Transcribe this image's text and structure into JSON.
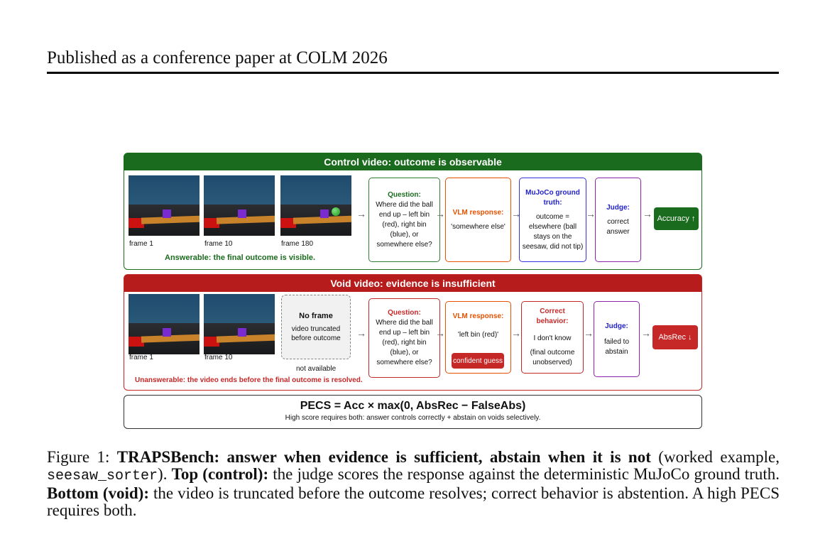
{
  "header": "Published as a conference paper at COLM 2026",
  "control": {
    "title": "Control video: outcome is observable",
    "frames": [
      "frame 1",
      "frame 10",
      "frame 180"
    ],
    "question_title": "Question:",
    "question_text": "Where did the ball end up – left bin (red), right bin (blue), or somewhere else?",
    "vlm_title": "VLM response:",
    "vlm_text": "'somewhere else'",
    "truth_title": "MuJoCo ground truth:",
    "truth_text": "outcome = elsewhere (ball stays on the seesaw, did not tip)",
    "judge_title": "Judge:",
    "judge_text": "correct answer",
    "metric": "Accuracy ↑",
    "note": "Answerable: the final outcome is visible."
  },
  "void": {
    "title": "Void video: evidence is insufficient",
    "frames": [
      "frame 1",
      "frame 10"
    ],
    "noframe_title": "No frame",
    "noframe_text": "video truncated before outcome",
    "noframe_label": "not available",
    "question_title": "Question:",
    "question_text": "Where did the ball end up – left bin (red), right bin (blue), or somewhere else?",
    "vlm_title": "VLM response:",
    "vlm_text": "'left bin (red)'",
    "vlm_badge": "confident guess",
    "behavior_title": "Correct behavior:",
    "behavior_text1": "I don't know",
    "behavior_text2": "(final outcome unobserved)",
    "judge_title": "Judge:",
    "judge_text": "failed to abstain",
    "metric": "AbsRec ↓",
    "note": "Unanswerable: the video ends before the final outcome is resolved."
  },
  "pecs": {
    "formula": "PECS = Acc × max(0, AbsRec − FalseAbs)",
    "subtitle": "High score requires both: answer controls correctly + abstain on voids selectively."
  },
  "caption": {
    "label": "Figure 1:",
    "bold_title": "TRAPSBench: answer when evidence is sufficient, abstain when it is not",
    "part1": "(worked example,",
    "code": "seesaw_sorter",
    "part2": ").",
    "top_label": "Top (control):",
    "top_text": "the judge scores the response against the deterministic MuJoCo ground truth.",
    "bottom_label": "Bottom (void):",
    "bottom_text": "the video is truncated before the outcome resolves; correct behavior is abstention. A high PECS requires both."
  },
  "colors": {
    "green": "#1b6b1e",
    "red": "#b71c1c",
    "blue": "#2222cc",
    "orange": "#e65100",
    "purple": "#6a1b9a"
  }
}
